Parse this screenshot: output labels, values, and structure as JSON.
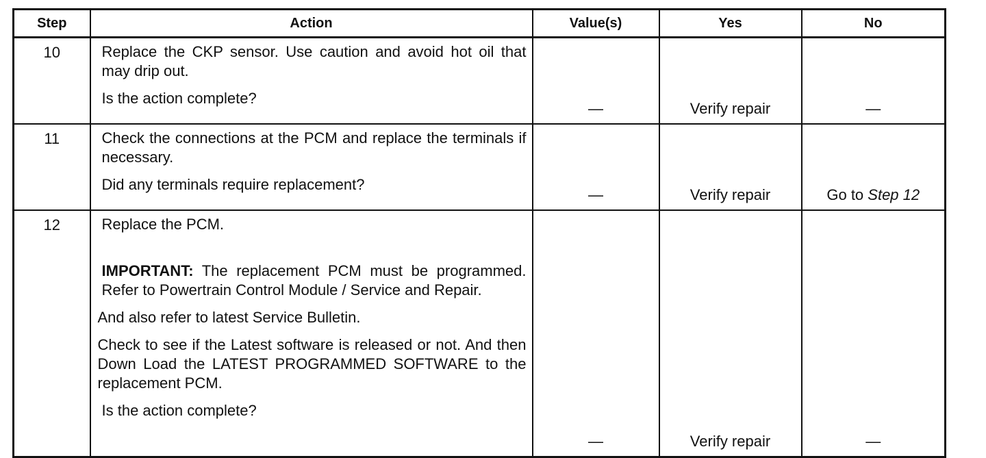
{
  "headers": {
    "step": "Step",
    "action": "Action",
    "values": "Value(s)",
    "yes": "Yes",
    "no": "No"
  },
  "rows": [
    {
      "step": "10",
      "action_1": "Replace the CKP sensor. Use caution and avoid hot oil that may drip out.",
      "question": "Is the action complete?",
      "value": "—",
      "yes": "Verify repair",
      "no": "—"
    },
    {
      "step": "11",
      "action_1": "Check the connections at the PCM and replace the terminals if necessary.",
      "question": "Did any terminals require replacement?",
      "value": "—",
      "yes": "Verify repair",
      "no_prefix": "Go to ",
      "no_link": "Step 12"
    },
    {
      "step": "12",
      "action_1": "Replace the PCM.",
      "important_label": "IMPORTANT:",
      "important_text": " The replacement PCM must be programmed. Refer to Powertrain Control Module / Service and Repair.",
      "action_2": "And also refer to latest Service Bulletin.",
      "action_3": "Check to see if the Latest software is released or not. And then Down Load the LATEST PROGRAMMED SOFTWARE to the replacement PCM.",
      "question": "Is the action complete?",
      "value": "—",
      "yes": "Verify repair",
      "no": "—"
    }
  ]
}
